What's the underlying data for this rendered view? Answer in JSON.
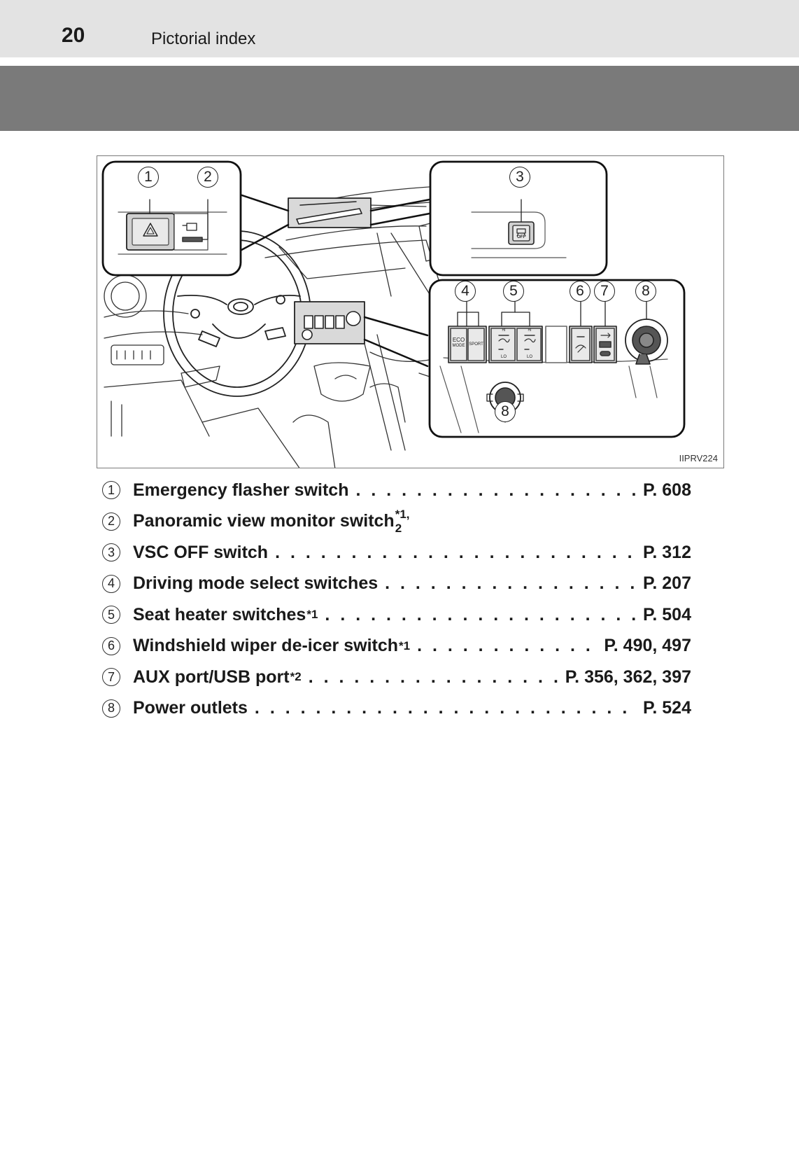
{
  "header": {
    "page_number": "20",
    "section_title": "Pictorial index"
  },
  "figure": {
    "code": "IIPRV224",
    "callouts": [
      "1",
      "2",
      "3",
      "4",
      "5",
      "6",
      "7",
      "8"
    ],
    "panel_labels": {
      "eco_mode_line1": "ECO",
      "eco_mode_line2": "MODE",
      "sport": "SPORT",
      "vsc_off": "OFF",
      "hi": "HI",
      "lo": "LO"
    }
  },
  "items": [
    {
      "num": "1",
      "label": "Emergency flasher switch",
      "sup": "",
      "page": "P. 608"
    },
    {
      "num": "2",
      "label": "Panoramic view monitor switch",
      "sup": "*1, 2",
      "page": ""
    },
    {
      "num": "3",
      "label": "VSC OFF switch",
      "sup": "",
      "page": "P. 312"
    },
    {
      "num": "4",
      "label": "Driving mode select switches",
      "sup": "",
      "page": "P. 207"
    },
    {
      "num": "5",
      "label": "Seat heater switches",
      "sup": "*1",
      "page": "P. 504"
    },
    {
      "num": "6",
      "label": "Windshield wiper de-icer switch",
      "sup": "*1",
      "page": "P. 490, 497"
    },
    {
      "num": "7",
      "label": "AUX port/USB port",
      "sup": "*2",
      "page": "P. 356, 362, 397"
    },
    {
      "num": "8",
      "label": "Power outlets",
      "sup": "",
      "page": "P. 524"
    }
  ]
}
